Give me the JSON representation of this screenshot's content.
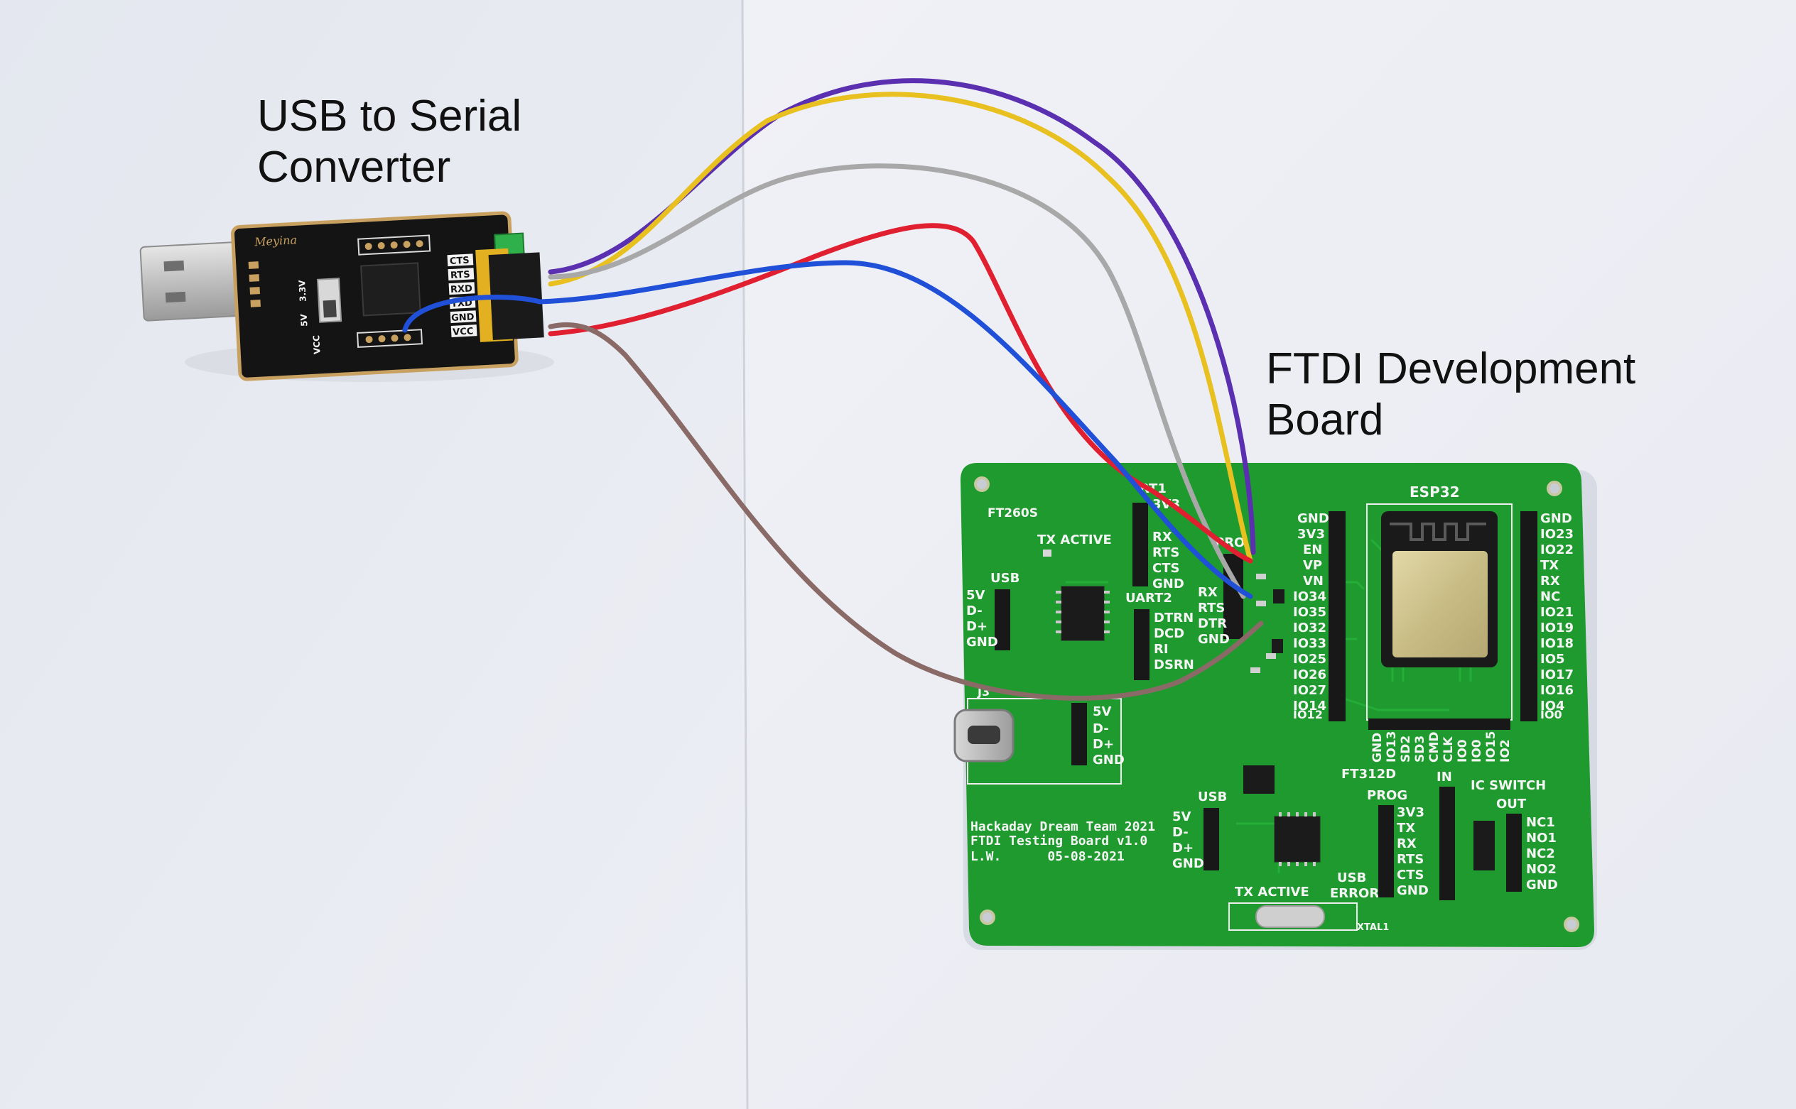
{
  "captions": {
    "usb_converter": [
      "USB to Serial",
      "Converter"
    ],
    "ftdi_board": [
      "FTDI Development",
      "Board"
    ]
  },
  "usb_module": {
    "brand": "Meyina",
    "pins": [
      "CTS",
      "RTS",
      "RXD",
      "TXD",
      "GND",
      "VCC"
    ],
    "jumper_labels": [
      "3.3V",
      "5V"
    ],
    "power_label": "VCC",
    "color": "#151515",
    "trim_color": "#c8a060"
  },
  "ftdi_board": {
    "color": "#1e9a2e",
    "labels": {
      "ft260": "FT260S",
      "tx_active_top": "TX ACTIVE",
      "usb_left": "USB",
      "usb_left_pins": [
        "5V",
        "D-",
        "D+",
        "GND"
      ],
      "uart1_title": "RT1",
      "uart1_pins": [
        "3V3",
        "RX",
        "RTS",
        "CTS",
        "GND"
      ],
      "uart2_title": "UART2",
      "uart2_pins": [
        "DTRN",
        "DCD",
        "RI",
        "DSRN"
      ],
      "prog_title": "PRO",
      "prog_pins": [
        "RX",
        "RTS",
        "DTR",
        "GND"
      ],
      "esp_title": "ESP32",
      "esp_left_pins": [
        "GND",
        "3V3",
        "EN",
        "VP",
        "VN",
        "IO34",
        "IO35",
        "IO32",
        "IO33",
        "IO25",
        "IO26",
        "IO27",
        "IO14",
        "IO12"
      ],
      "esp_right_pins": [
        "GND",
        "IO23",
        "IO22",
        "TX",
        "RX",
        "NC",
        "IO21",
        "IO19",
        "IO18",
        "IO5",
        "IO17",
        "IO16",
        "IO4",
        "IO0"
      ],
      "esp_bottom_pins": [
        "GND",
        "IO13",
        "SD2",
        "SD3",
        "CMD",
        "CLK",
        "IO0",
        "IO0",
        "IO15",
        "IO2"
      ],
      "j3": "J3",
      "usbc_pins": [
        "5V",
        "D-",
        "D+",
        "GND"
      ],
      "credit": [
        "Hackaday Dream Team 2021",
        "FTDI Testing Board v1.0",
        "L.W.      05-08-2021"
      ],
      "ft312": "FT312D",
      "usb_bottom": "USB",
      "usb_bottom_pins": [
        "5V",
        "D-",
        "D+",
        "GND"
      ],
      "tx_active_bottom": "TX ACTIVE",
      "usb_error": [
        "USB",
        "ERROR"
      ],
      "prog2_title": "PROG",
      "prog2_pins": [
        "3V3",
        "TX",
        "RX",
        "RTS",
        "CTS",
        "GND"
      ],
      "in_label": "IN",
      "ic_switch": "IC SWITCH",
      "out_label": "OUT",
      "switch_pins": [
        "NC1",
        "NO1",
        "NC2",
        "NO2",
        "GND"
      ],
      "xtal": "XTAL1"
    }
  },
  "wire_colors": {
    "purple": "#5a2fb0",
    "yellow": "#e8c020",
    "gray": "#a8a8a8",
    "red": "#e02030",
    "blue": "#2050d8",
    "brown": "#8a6a66"
  },
  "background": {
    "left": "#e9ebf2",
    "right": "#eef0f5"
  }
}
